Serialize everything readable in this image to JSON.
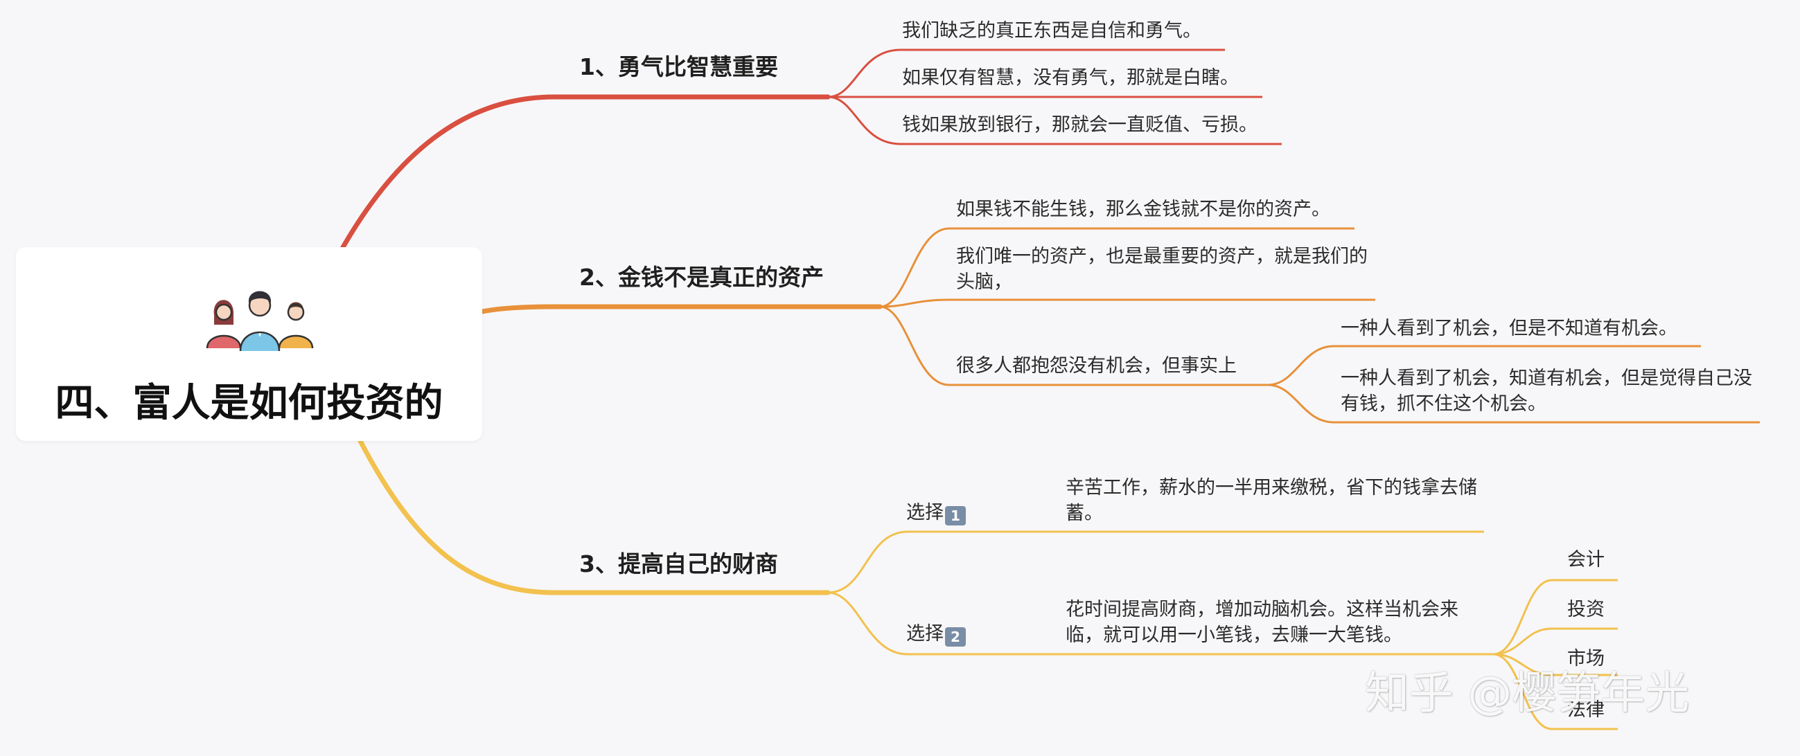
{
  "central": {
    "title": "四、富人是如何投资的",
    "icon": "people-group-icon"
  },
  "branch1": {
    "title": "1、勇气比智慧重要",
    "color": "#d94f40",
    "items": [
      "我们缺乏的真正东西是自信和勇气。",
      "如果仅有智慧，没有勇气，那就是白瞎。",
      "钱如果放到银行，那就会一直贬值、亏损。"
    ]
  },
  "branch2": {
    "title": "2、金钱不是真正的资产",
    "color": "#e8913a",
    "item1": "如果钱不能生钱，那么金钱就不是你的资产。",
    "item2": "我们唯一的资产，也是最重要的资产，就是我们的头脑，",
    "item3": "很多人都抱怨没有机会，但事实上",
    "item3_children": [
      "一种人看到了机会，但是不知道有机会。",
      "一种人看到了机会，知道有机会，但是觉得自己没有钱，抓不住这个机会。"
    ]
  },
  "branch3": {
    "title": "3、提高自己的财商",
    "color": "#f2c14e",
    "choice1": {
      "label": "选择",
      "badge": "1",
      "text": "辛苦工作，薪水的一半用来缴税，省下的钱拿去储蓄。"
    },
    "choice2": {
      "label": "选择",
      "badge": "2",
      "text": "花时间提高财商，增加动脑机会。这样当机会来临，就可以用一小笔钱，去赚一大笔钱。",
      "children": [
        "会计",
        "投资",
        "市场",
        "法律"
      ]
    }
  },
  "watermark": "知乎 @樱笋年光"
}
